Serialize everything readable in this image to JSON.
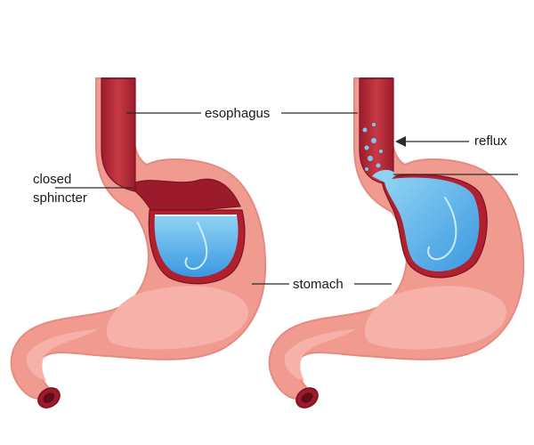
{
  "labels": {
    "esophagus": "esophagus",
    "closed": "closed",
    "sphincter": "sphincter",
    "stomach": "stomach",
    "reflux": "reflux"
  },
  "panels": [
    {
      "name": "normal-stomach",
      "sphincter_state": "closed"
    },
    {
      "name": "reflux-stomach",
      "sphincter_state": "open"
    }
  ],
  "colors": {
    "stomach_outer": "#f19b90",
    "stomach_inner": "#f6b2a8",
    "stomach_outline": "#e58a80",
    "lining": "#9b1b2c",
    "lining_light": "#c73a44",
    "acid_light": "#8fd3f4",
    "acid_dark": "#3a98e0",
    "leader_line": "#2b2b2b"
  },
  "icons": {
    "arrow": "arrow-left-icon",
    "bubbles": "acid-bubbles-icon"
  }
}
